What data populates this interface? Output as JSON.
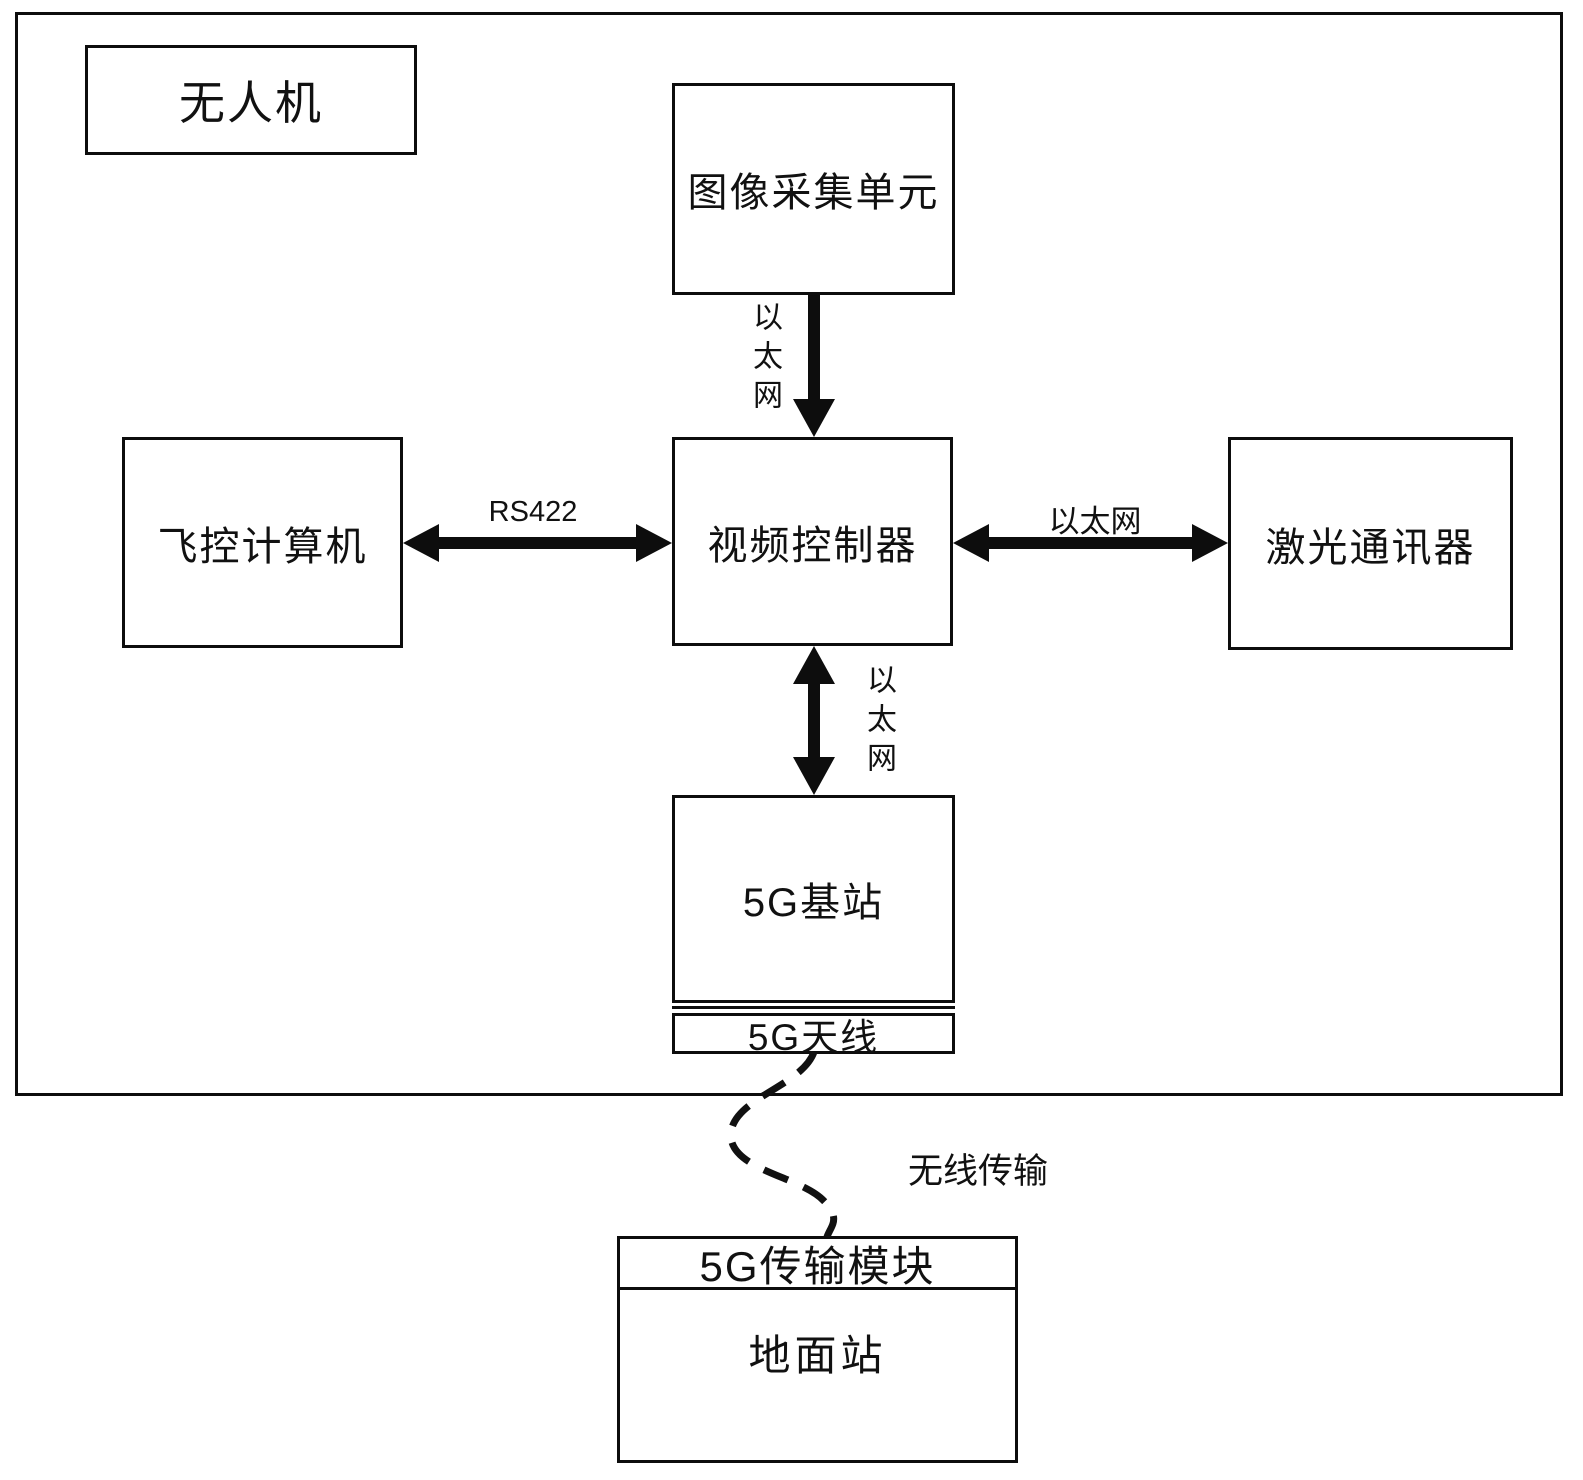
{
  "diagram": {
    "uav_label": "无人机",
    "nodes": {
      "image_unit": "图像采集单元",
      "flight_computer": "飞控计算机",
      "video_controller": "视频控制器",
      "laser_comm": "激光通讯器",
      "base_station": "5G基站",
      "antenna": "5G天线",
      "ground_module": "5G传输模块",
      "ground_station": "地面站"
    },
    "links": {
      "camera_to_controller": "以太网",
      "fc_to_controller": "RS422",
      "controller_to_laser": "以太网",
      "controller_to_base_station": "以太网",
      "wireless": "无线传输"
    },
    "colors": {
      "line": "#0d0d0d",
      "background": "#ffffff"
    }
  }
}
